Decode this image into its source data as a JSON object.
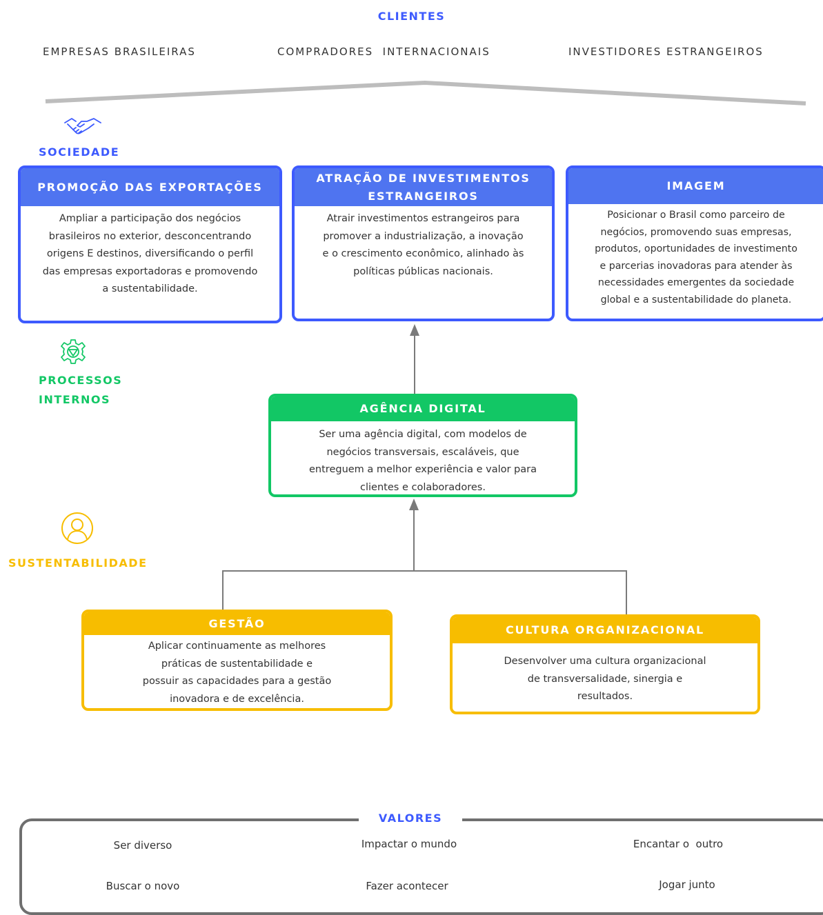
{
  "clientes": {
    "title": "CLIENTES",
    "items": [
      "EMPRESAS BRASILEIRAS",
      "COMPRADORES  INTERNACIONAIS",
      "INVESTIDORES ESTRANGEIROS"
    ]
  },
  "sociedade": {
    "label": "SOCIEDADE",
    "icon": "handshake-icon",
    "color": "#3d5afe",
    "boxes": [
      {
        "title": "PROMOÇÃO DAS EXPORTAÇÕES",
        "lines": [
          "Ampliar a participação dos negócios",
          "brasileiros no exterior, desconcentrando",
          "origens E destinos, diversificando o perfil",
          "das empresas exportadoras e promovendo",
          "a sustentabilidade."
        ]
      },
      {
        "title": "ATRAÇÃO DE INVESTIMENTOS ESTRANGEIROS",
        "lines": [
          "Atrair investimentos estrangeiros para",
          "promover a industrialização, a inovação",
          "e o crescimento econômico, alinhado às",
          "políticas públicas nacionais."
        ]
      },
      {
        "title": "IMAGEM",
        "lines": [
          "Posicionar o Brasil como parceiro de",
          "negócios, promovendo suas empresas,",
          "produtos, oportunidades de investimento",
          "e parcerias inovadoras para atender às",
          "necessidades emergentes da sociedade",
          "global e a sustentabilidade do planeta."
        ]
      }
    ]
  },
  "processos": {
    "label": "PROCESSOS INTERNOS",
    "icon": "gear-icon",
    "color": "#12c765",
    "box": {
      "title": "AGÊNCIA DIGITAL",
      "lines": [
        "Ser uma agência digital, com modelos de",
        "negócios transversais, escaláveis, que",
        "entreguem a melhor experiência e valor para",
        "clientes e colaboradores."
      ]
    }
  },
  "sustentabilidade": {
    "label": "SUSTENTABILIDADE",
    "icon": "person-icon",
    "color": "#f7bd00",
    "boxes": [
      {
        "title": "GESTÃO",
        "lines": [
          "Aplicar continuamente as melhores",
          "práticas de sustentabilidade e",
          "possuir as capacidades para a gestão",
          "inovadora e de excelência."
        ]
      },
      {
        "title": "CULTURA ORGANIZACIONAL",
        "lines": [
          "Desenvolver uma cultura organizacional",
          "de transversalidade, sinergia e",
          "resultados."
        ]
      }
    ]
  },
  "valores": {
    "title": "VALORES",
    "items": [
      "Ser diverso",
      "Impactar o mundo",
      "Encantar o  outro",
      "Buscar o novo",
      "Fazer acontecer",
      "Jogar junto"
    ]
  }
}
